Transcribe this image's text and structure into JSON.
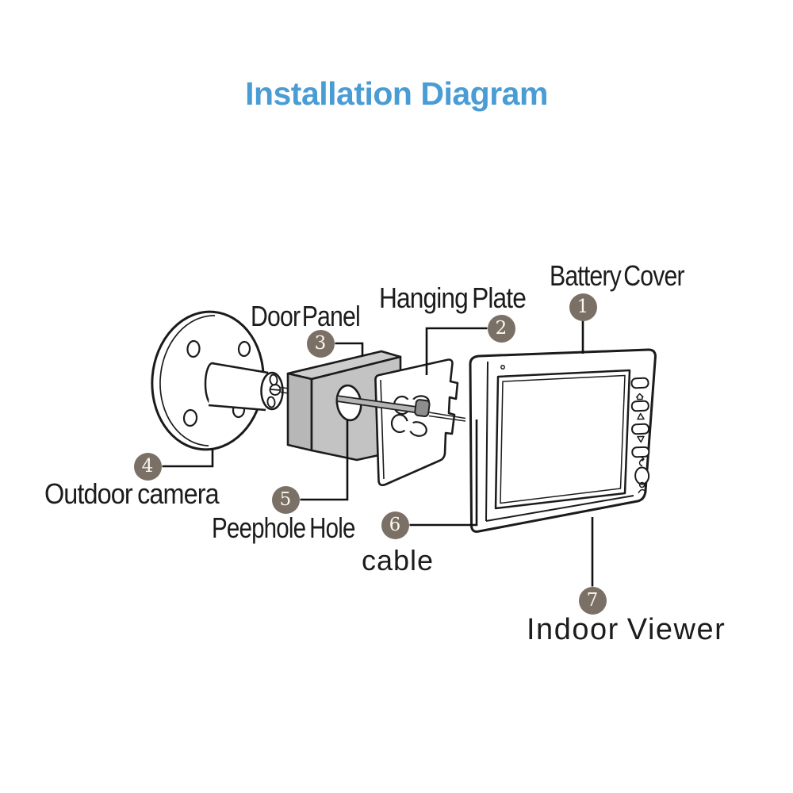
{
  "title": "Installation Diagram",
  "colors": {
    "title_blue": "#4a9cd4",
    "badge_taupe": "#7b7066",
    "line_ink": "#1b1b1b",
    "panel_gray": "#c3c3c3"
  },
  "callouts": [
    {
      "number": "1",
      "label": "Battery Cover"
    },
    {
      "number": "2",
      "label": "Hanging Plate"
    },
    {
      "number": "3",
      "label": "Door Panel"
    },
    {
      "number": "4",
      "label": "Outdoor camera"
    },
    {
      "number": "5",
      "label": "Peephole Hole"
    },
    {
      "number": "6",
      "label": "cable"
    },
    {
      "number": "7",
      "label": "Indoor Viewer"
    }
  ],
  "parts": {
    "indoor_viewer_button_icons": [
      "home",
      "arrow-up",
      "arrow-down",
      "return",
      "person"
    ]
  }
}
